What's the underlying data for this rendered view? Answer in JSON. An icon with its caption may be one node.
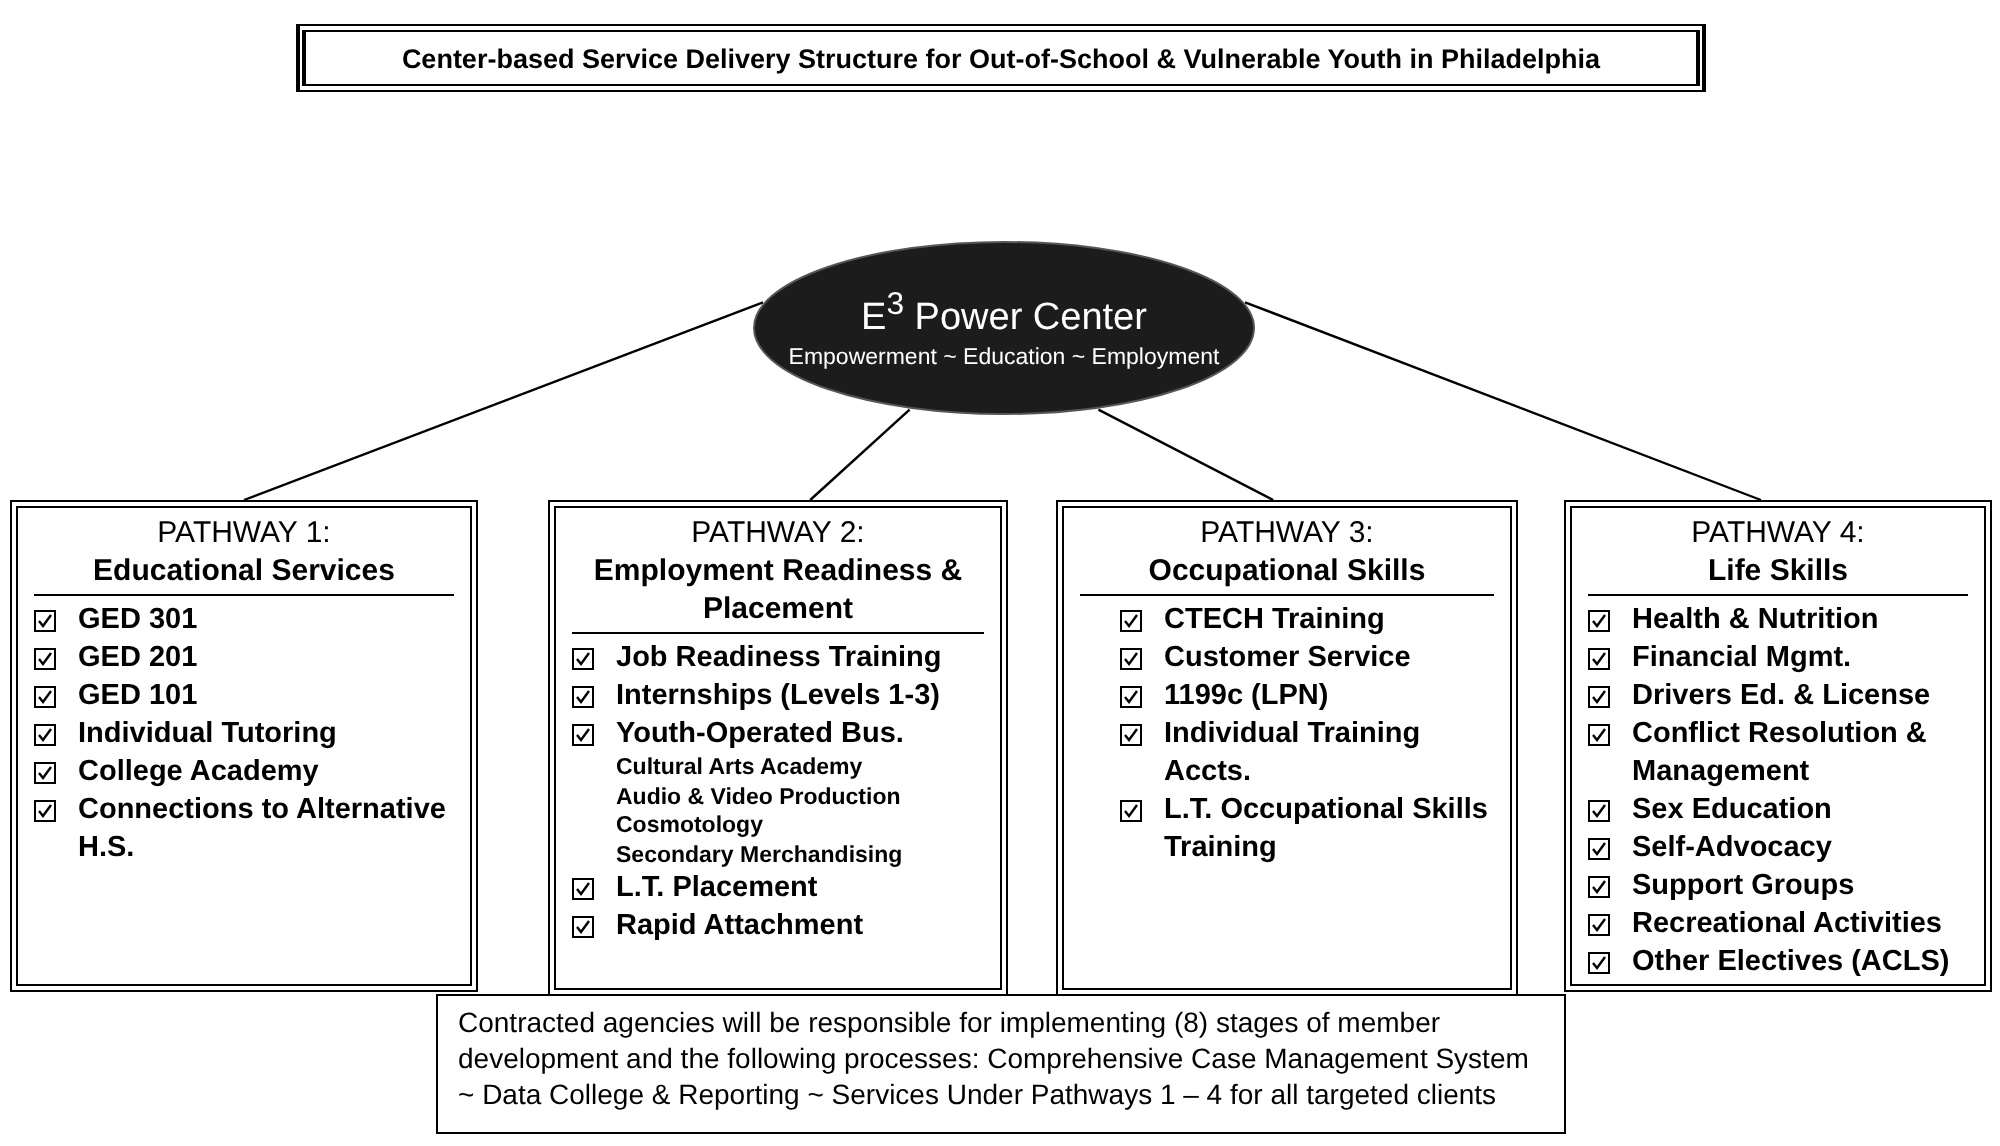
{
  "diagram": {
    "title": "Center-based Service Delivery Structure for Out-of-School & Vulnerable Youth in Philadelphia",
    "nodes": [
      {
        "text": [
          "E$^{3}$ Power Center",
          "Empowerment ~ Education ~ Employment"
        ]
      },
      {
        "text": [
          "PATHWAY 1:",
          "Educational Services",
          "GED 301",
          "GED 201",
          "GED 101",
          "Individual Tutoring",
          "College Academy",
          "Connections to Alternative H.S."
        ]
      },
      {
        "text": [
          "PATHWAY 2:",
          "Employment Readiness & Placement",
          "Job Readiness Training",
          "Internships (Levels 1-3)",
          "Youth-Operated Bus.",
          "Cultural Arts Academy",
          "Audio & Video Production",
          "Cosmotology",
          "Secondary Merchandising",
          "L.T. Placement",
          "Rapid Attachment"
        ]
      },
      {
        "text": [
          "PATHWAY 3:",
          "Occupational Skills",
          "CTECH Training",
          "Customer Service",
          "1199c (LPN)",
          "Individual Training Accts.",
          "L.T. Occupational Skills Training"
        ]
      },
      {
        "text": [
          "PATHWAY 4:",
          "Life Skills",
          "Health & Nutrition",
          "Financial Mgmt.",
          "Drivers Ed. & License",
          "Conflict Resolution & Management",
          "Sex Education",
          "Self-Advocacy",
          "Support Groups",
          "Recreational Activities",
          "Other Electives (ACLS)"
        ]
      },
      {
        "text": [
          "Contracted agencies will be responsible for implementing (8) stages of member development and the following processes: Comprehensive Case Management System ~ Data College & Reporting ~ Services Under Pathways 1 – 4 for all targeted clients"
        ]
      }
    ],
    "edges": [
      {
        "from": 0,
        "to": 1,
        "arrow": "none"
      },
      {
        "from": 0,
        "to": 2,
        "arrow": "none"
      },
      {
        "from": 0,
        "to": 3,
        "arrow": "none"
      },
      {
        "from": 0,
        "to": 4,
        "arrow": "none"
      }
    ]
  }
}
